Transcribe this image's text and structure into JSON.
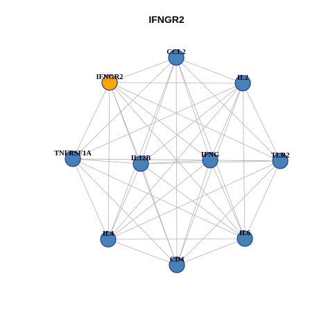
{
  "title": "IFNGR2",
  "colors": {
    "node_fill": "#4682b4",
    "highlight_fill": "#ffa500",
    "node_stroke": "#1f3aa8",
    "edge": "#b3b3b3"
  },
  "nodes": [
    {
      "id": "CCL2",
      "label": "CCL2",
      "highlight": false
    },
    {
      "id": "IFNGR2",
      "label": "IFNGR2",
      "highlight": true
    },
    {
      "id": "IL2",
      "label": "IL2",
      "highlight": false
    },
    {
      "id": "TNFRSF1A",
      "label": "TNFRSF1A",
      "highlight": false
    },
    {
      "id": "IL12B",
      "label": "IL12B",
      "highlight": false
    },
    {
      "id": "IFNG",
      "label": "IFNG",
      "highlight": false
    },
    {
      "id": "TLR2",
      "label": "TLR2",
      "highlight": false
    },
    {
      "id": "IL4",
      "label": "IL4",
      "highlight": false
    },
    {
      "id": "IL6",
      "label": "IL6",
      "highlight": false
    },
    {
      "id": "CD4",
      "label": "CD4",
      "highlight": false
    }
  ],
  "edges": [
    [
      "CCL2",
      "IL2"
    ],
    [
      "CCL2",
      "IFNGR2"
    ],
    [
      "CCL2",
      "TLR2"
    ],
    [
      "CCL2",
      "IL6"
    ],
    [
      "CCL2",
      "CD4"
    ],
    [
      "CCL2",
      "IL4"
    ],
    [
      "CCL2",
      "IL12B"
    ],
    [
      "CCL2",
      "IFNG"
    ],
    [
      "CCL2",
      "TNFRSF1A"
    ],
    [
      "IFNGR2",
      "IL2"
    ],
    [
      "IFNGR2",
      "TNFRSF1A"
    ],
    [
      "IFNGR2",
      "IL12B"
    ],
    [
      "IFNGR2",
      "IFNG"
    ],
    [
      "IFNGR2",
      "IL6"
    ],
    [
      "IFNGR2",
      "CD4"
    ],
    [
      "IFNGR2",
      "IL4"
    ],
    [
      "IFNGR2",
      "TLR2"
    ],
    [
      "IL2",
      "TLR2"
    ],
    [
      "IL2",
      "IL6"
    ],
    [
      "IL2",
      "CD4"
    ],
    [
      "IL2",
      "IL4"
    ],
    [
      "IL2",
      "IL12B"
    ],
    [
      "IL2",
      "IFNG"
    ],
    [
      "IL2",
      "TNFRSF1A"
    ],
    [
      "TNFRSF1A",
      "IL4"
    ],
    [
      "TNFRSF1A",
      "IL12B"
    ],
    [
      "TNFRSF1A",
      "IFNG"
    ],
    [
      "TNFRSF1A",
      "IL6"
    ],
    [
      "TNFRSF1A",
      "CD4"
    ],
    [
      "TNFRSF1A",
      "TLR2"
    ],
    [
      "IL12B",
      "IFNG"
    ],
    [
      "IL12B",
      "TLR2"
    ],
    [
      "IL12B",
      "IL6"
    ],
    [
      "IL12B",
      "CD4"
    ],
    [
      "IL12B",
      "IL4"
    ],
    [
      "IFNG",
      "TLR2"
    ],
    [
      "IFNG",
      "IL6"
    ],
    [
      "IFNG",
      "CD4"
    ],
    [
      "IFNG",
      "IL4"
    ],
    [
      "TLR2",
      "IL6"
    ],
    [
      "TLR2",
      "IL4"
    ],
    [
      "TLR2",
      "CD4"
    ],
    [
      "IL4",
      "IL6"
    ],
    [
      "IL4",
      "CD4"
    ],
    [
      "IL6",
      "CD4"
    ]
  ]
}
